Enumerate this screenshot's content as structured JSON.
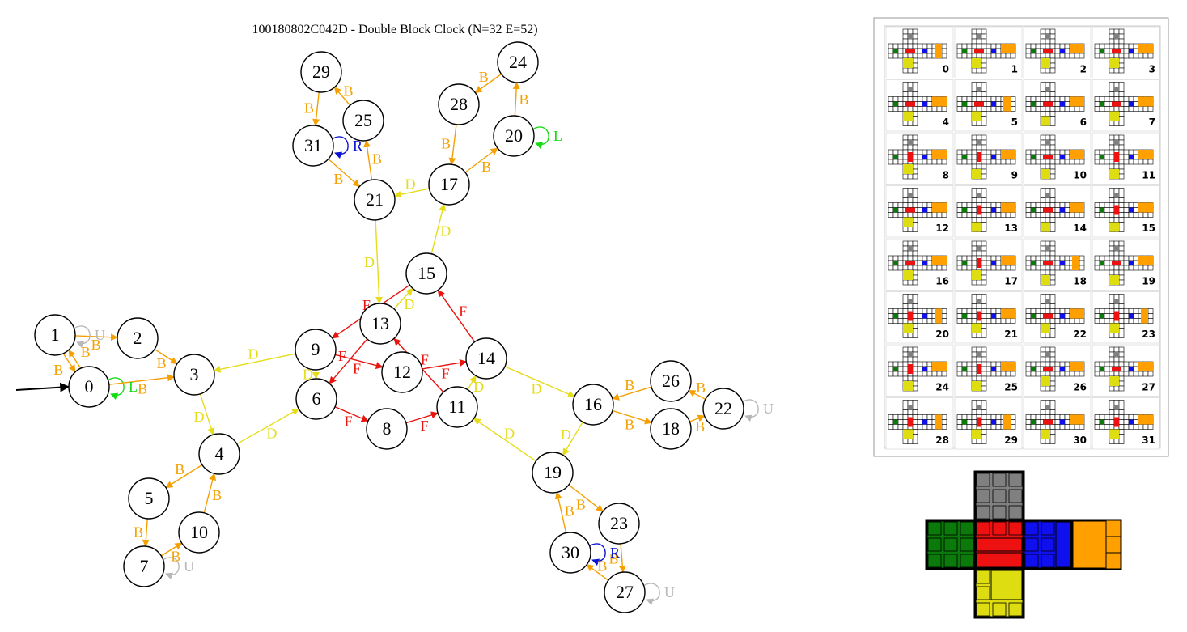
{
  "title": "100180802C042D - Double Block Clock (N=32 E=52)",
  "colors": {
    "B": "#f5a000",
    "D": "#e5dc1a",
    "F": "#e8140e",
    "L": "#14dc14",
    "R": "#0a14d2",
    "U": "#b8b8b8",
    "face_U": "#808080",
    "face_L": "#0b7a0b",
    "face_F": "#ee1111",
    "face_R": "#1010ee",
    "face_B": "#ffa000",
    "face_D": "#dddd11"
  },
  "nodes": [
    {
      "id": 0,
      "label": "0"
    },
    {
      "id": 1,
      "label": "1"
    },
    {
      "id": 2,
      "label": "2"
    },
    {
      "id": 3,
      "label": "3"
    },
    {
      "id": 4,
      "label": "4"
    },
    {
      "id": 5,
      "label": "5"
    },
    {
      "id": 6,
      "label": "6"
    },
    {
      "id": 7,
      "label": "7"
    },
    {
      "id": 8,
      "label": "8"
    },
    {
      "id": 9,
      "label": "9"
    },
    {
      "id": 10,
      "label": "10"
    },
    {
      "id": 11,
      "label": "11"
    },
    {
      "id": 12,
      "label": "12"
    },
    {
      "id": 13,
      "label": "13"
    },
    {
      "id": 14,
      "label": "14"
    },
    {
      "id": 15,
      "label": "15"
    },
    {
      "id": 16,
      "label": "16"
    },
    {
      "id": 17,
      "label": "17"
    },
    {
      "id": 18,
      "label": "18"
    },
    {
      "id": 19,
      "label": "19"
    },
    {
      "id": 20,
      "label": "20"
    },
    {
      "id": 21,
      "label": "21"
    },
    {
      "id": 22,
      "label": "22"
    },
    {
      "id": 23,
      "label": "23"
    },
    {
      "id": 24,
      "label": "24"
    },
    {
      "id": 25,
      "label": "25"
    },
    {
      "id": 26,
      "label": "26"
    },
    {
      "id": 27,
      "label": "27"
    },
    {
      "id": 28,
      "label": "28"
    },
    {
      "id": 29,
      "label": "29"
    },
    {
      "id": 30,
      "label": "30"
    },
    {
      "id": 31,
      "label": "31"
    }
  ],
  "start_node": 0,
  "edges": [
    {
      "from": 0,
      "to": 0,
      "label": "L",
      "self": true
    },
    {
      "from": 0,
      "to": 1,
      "label": "B"
    },
    {
      "from": 1,
      "to": 0,
      "label": "B"
    },
    {
      "from": 1,
      "to": 2,
      "label": "B"
    },
    {
      "from": 1,
      "to": 1,
      "label": "U",
      "self": true
    },
    {
      "from": 2,
      "to": 3,
      "label": "B"
    },
    {
      "from": 0,
      "to": 3,
      "label": "B"
    },
    {
      "from": 9,
      "to": 3,
      "label": "D"
    },
    {
      "from": 3,
      "to": 4,
      "label": "D"
    },
    {
      "from": 4,
      "to": 5,
      "label": "B"
    },
    {
      "from": 4,
      "to": 6,
      "label": "D"
    },
    {
      "from": 5,
      "to": 7,
      "label": "B"
    },
    {
      "from": 7,
      "to": 10,
      "label": "B"
    },
    {
      "from": 10,
      "to": 4,
      "label": "B"
    },
    {
      "from": 7,
      "to": 7,
      "label": "U",
      "self": true
    },
    {
      "from": 9,
      "to": 6,
      "label": "D"
    },
    {
      "from": 6,
      "to": 8,
      "label": "F"
    },
    {
      "from": 8,
      "to": 11,
      "label": "F"
    },
    {
      "from": 9,
      "to": 12,
      "label": "F"
    },
    {
      "from": 12,
      "to": 14,
      "label": "F"
    },
    {
      "from": 11,
      "to": 13,
      "label": "F"
    },
    {
      "from": 13,
      "to": 6,
      "label": "F"
    },
    {
      "from": 15,
      "to": 9,
      "label": "F"
    },
    {
      "from": 14,
      "to": 15,
      "label": "F"
    },
    {
      "from": 13,
      "to": 15,
      "label": "D"
    },
    {
      "from": 11,
      "to": 14,
      "label": "D"
    },
    {
      "from": 21,
      "to": 13,
      "label": "D"
    },
    {
      "from": 15,
      "to": 17,
      "label": "D"
    },
    {
      "from": 17,
      "to": 21,
      "label": "D"
    },
    {
      "from": 17,
      "to": 20,
      "label": "B"
    },
    {
      "from": 28,
      "to": 17,
      "label": "B"
    },
    {
      "from": 20,
      "to": 24,
      "label": "B"
    },
    {
      "from": 24,
      "to": 28,
      "label": "B"
    },
    {
      "from": 20,
      "to": 20,
      "label": "L",
      "self": true
    },
    {
      "from": 21,
      "to": 25,
      "label": "B"
    },
    {
      "from": 25,
      "to": 29,
      "label": "B"
    },
    {
      "from": 29,
      "to": 31,
      "label": "B"
    },
    {
      "from": 31,
      "to": 21,
      "label": "B"
    },
    {
      "from": 31,
      "to": 31,
      "label": "R",
      "self": true
    },
    {
      "from": 14,
      "to": 16,
      "label": "D"
    },
    {
      "from": 16,
      "to": 19,
      "label": "D"
    },
    {
      "from": 19,
      "to": 11,
      "label": "D"
    },
    {
      "from": 16,
      "to": 18,
      "label": "B"
    },
    {
      "from": 18,
      "to": 22,
      "label": "B"
    },
    {
      "from": 22,
      "to": 26,
      "label": "B"
    },
    {
      "from": 26,
      "to": 16,
      "label": "B"
    },
    {
      "from": 22,
      "to": 22,
      "label": "U",
      "self": true
    },
    {
      "from": 19,
      "to": 23,
      "label": "B"
    },
    {
      "from": 23,
      "to": 27,
      "label": "B"
    },
    {
      "from": 27,
      "to": 30,
      "label": "B"
    },
    {
      "from": 30,
      "to": 19,
      "label": "B"
    },
    {
      "from": 30,
      "to": 30,
      "label": "R",
      "self": true
    },
    {
      "from": 27,
      "to": 27,
      "label": "U",
      "self": true
    }
  ],
  "states_panel": {
    "indices": [
      "0",
      "1",
      "2",
      "3",
      "4",
      "5",
      "6",
      "7",
      "8",
      "9",
      "10",
      "11",
      "12",
      "13",
      "14",
      "15",
      "16",
      "17",
      "18",
      "19",
      "20",
      "21",
      "22",
      "23",
      "24",
      "25",
      "26",
      "27",
      "28",
      "29",
      "30",
      "31"
    ]
  }
}
